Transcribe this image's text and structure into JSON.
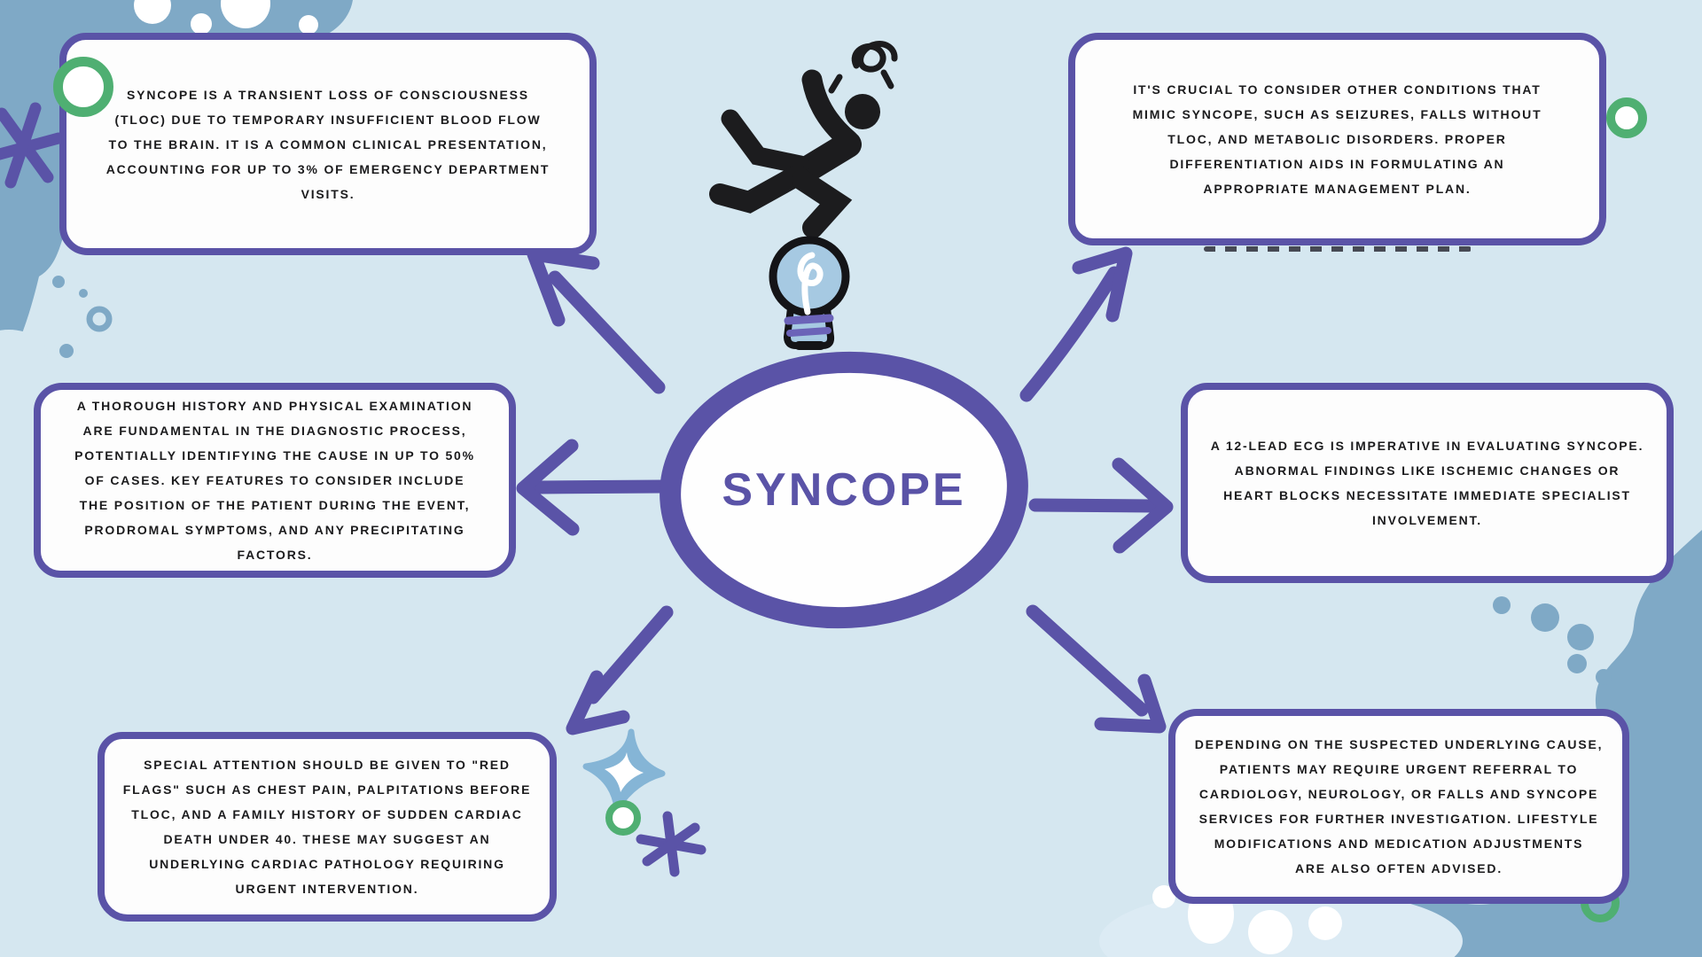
{
  "center": {
    "label": "SYNCOPE"
  },
  "nodes": [
    {
      "id": "top-left",
      "text": "SYNCOPE IS A TRANSIENT LOSS OF CONSCIOUSNESS\n(TLOC) DUE TO TEMPORARY INSUFFICIENT BLOOD FLOW\nTO THE BRAIN. IT IS A COMMON CLINICAL PRESENTATION,\nACCOUNTING FOR UP TO 3% OF EMERGENCY DEPARTMENT\nVISITS."
    },
    {
      "id": "middle-left",
      "text": "A THOROUGH HISTORY AND PHYSICAL EXAMINATION\nARE FUNDAMENTAL IN THE DIAGNOSTIC PROCESS,\nPOTENTIALLY IDENTIFYING THE CAUSE IN UP TO 50%\nOF CASES. KEY FEATURES TO CONSIDER INCLUDE\nTHE POSITION OF THE PATIENT DURING THE EVENT,\nPRODROMAL SYMPTOMS, AND ANY PRECIPITATING\nFACTORS."
    },
    {
      "id": "bottom-left",
      "text": "SPECIAL ATTENTION SHOULD BE GIVEN TO \"RED\nFLAGS\" SUCH AS CHEST PAIN, PALPITATIONS BEFORE\nTLOC, AND A FAMILY HISTORY OF SUDDEN CARDIAC\nDEATH UNDER 40. THESE MAY SUGGEST AN\nUNDERLYING CARDIAC PATHOLOGY REQUIRING\nURGENT INTERVENTION."
    },
    {
      "id": "top-right",
      "text": "IT'S CRUCIAL TO CONSIDER OTHER CONDITIONS THAT\nMIMIC SYNCOPE, SUCH AS SEIZURES, FALLS WITHOUT\nTLOC, AND METABOLIC DISORDERS. PROPER\nDIFFERENTIATION AIDS IN FORMULATING AN\nAPPROPRIATE MANAGEMENT PLAN."
    },
    {
      "id": "middle-right",
      "text": "A 12-LEAD ECG IS IMPERATIVE IN EVALUATING SYNCOPE.\nABNORMAL FINDINGS LIKE ISCHEMIC CHANGES OR\nHEART BLOCKS NECESSITATE IMMEDIATE SPECIALIST\nINVOLVEMENT."
    },
    {
      "id": "bottom-right",
      "text": "DEPENDING ON THE SUSPECTED UNDERLYING CAUSE,\nPATIENTS MAY REQUIRE URGENT REFERRAL TO\nCARDIOLOGY, NEUROLOGY, OR FALLS AND SYNCOPE\nSERVICES FOR FURTHER INVESTIGATION. LIFESTYLE\nMODIFICATIONS AND MEDICATION ADJUSTMENTS\nARE ALSO OFTEN ADVISED."
    }
  ],
  "icons": {
    "falling_person": "falling-person-icon",
    "light_bulb": "light-bulb-icon",
    "sparkle": "sparkle-icon",
    "asterisks": "asterisk-icon",
    "green_rings": "green-ring-icon"
  },
  "colors": {
    "background": "#d5e7f0",
    "accent_purple": "#5a53a7",
    "box_fill": "#fdfdfd",
    "text": "#1b1b1d",
    "green_ring": "#4faf72",
    "blob_blue": "#7fa9c6",
    "light_blob_blue": "#dcebf4",
    "sparkle_blue": "#85b5d6",
    "bulb_blue": "#a6c9e2",
    "icon_black": "#1c1c1e"
  }
}
